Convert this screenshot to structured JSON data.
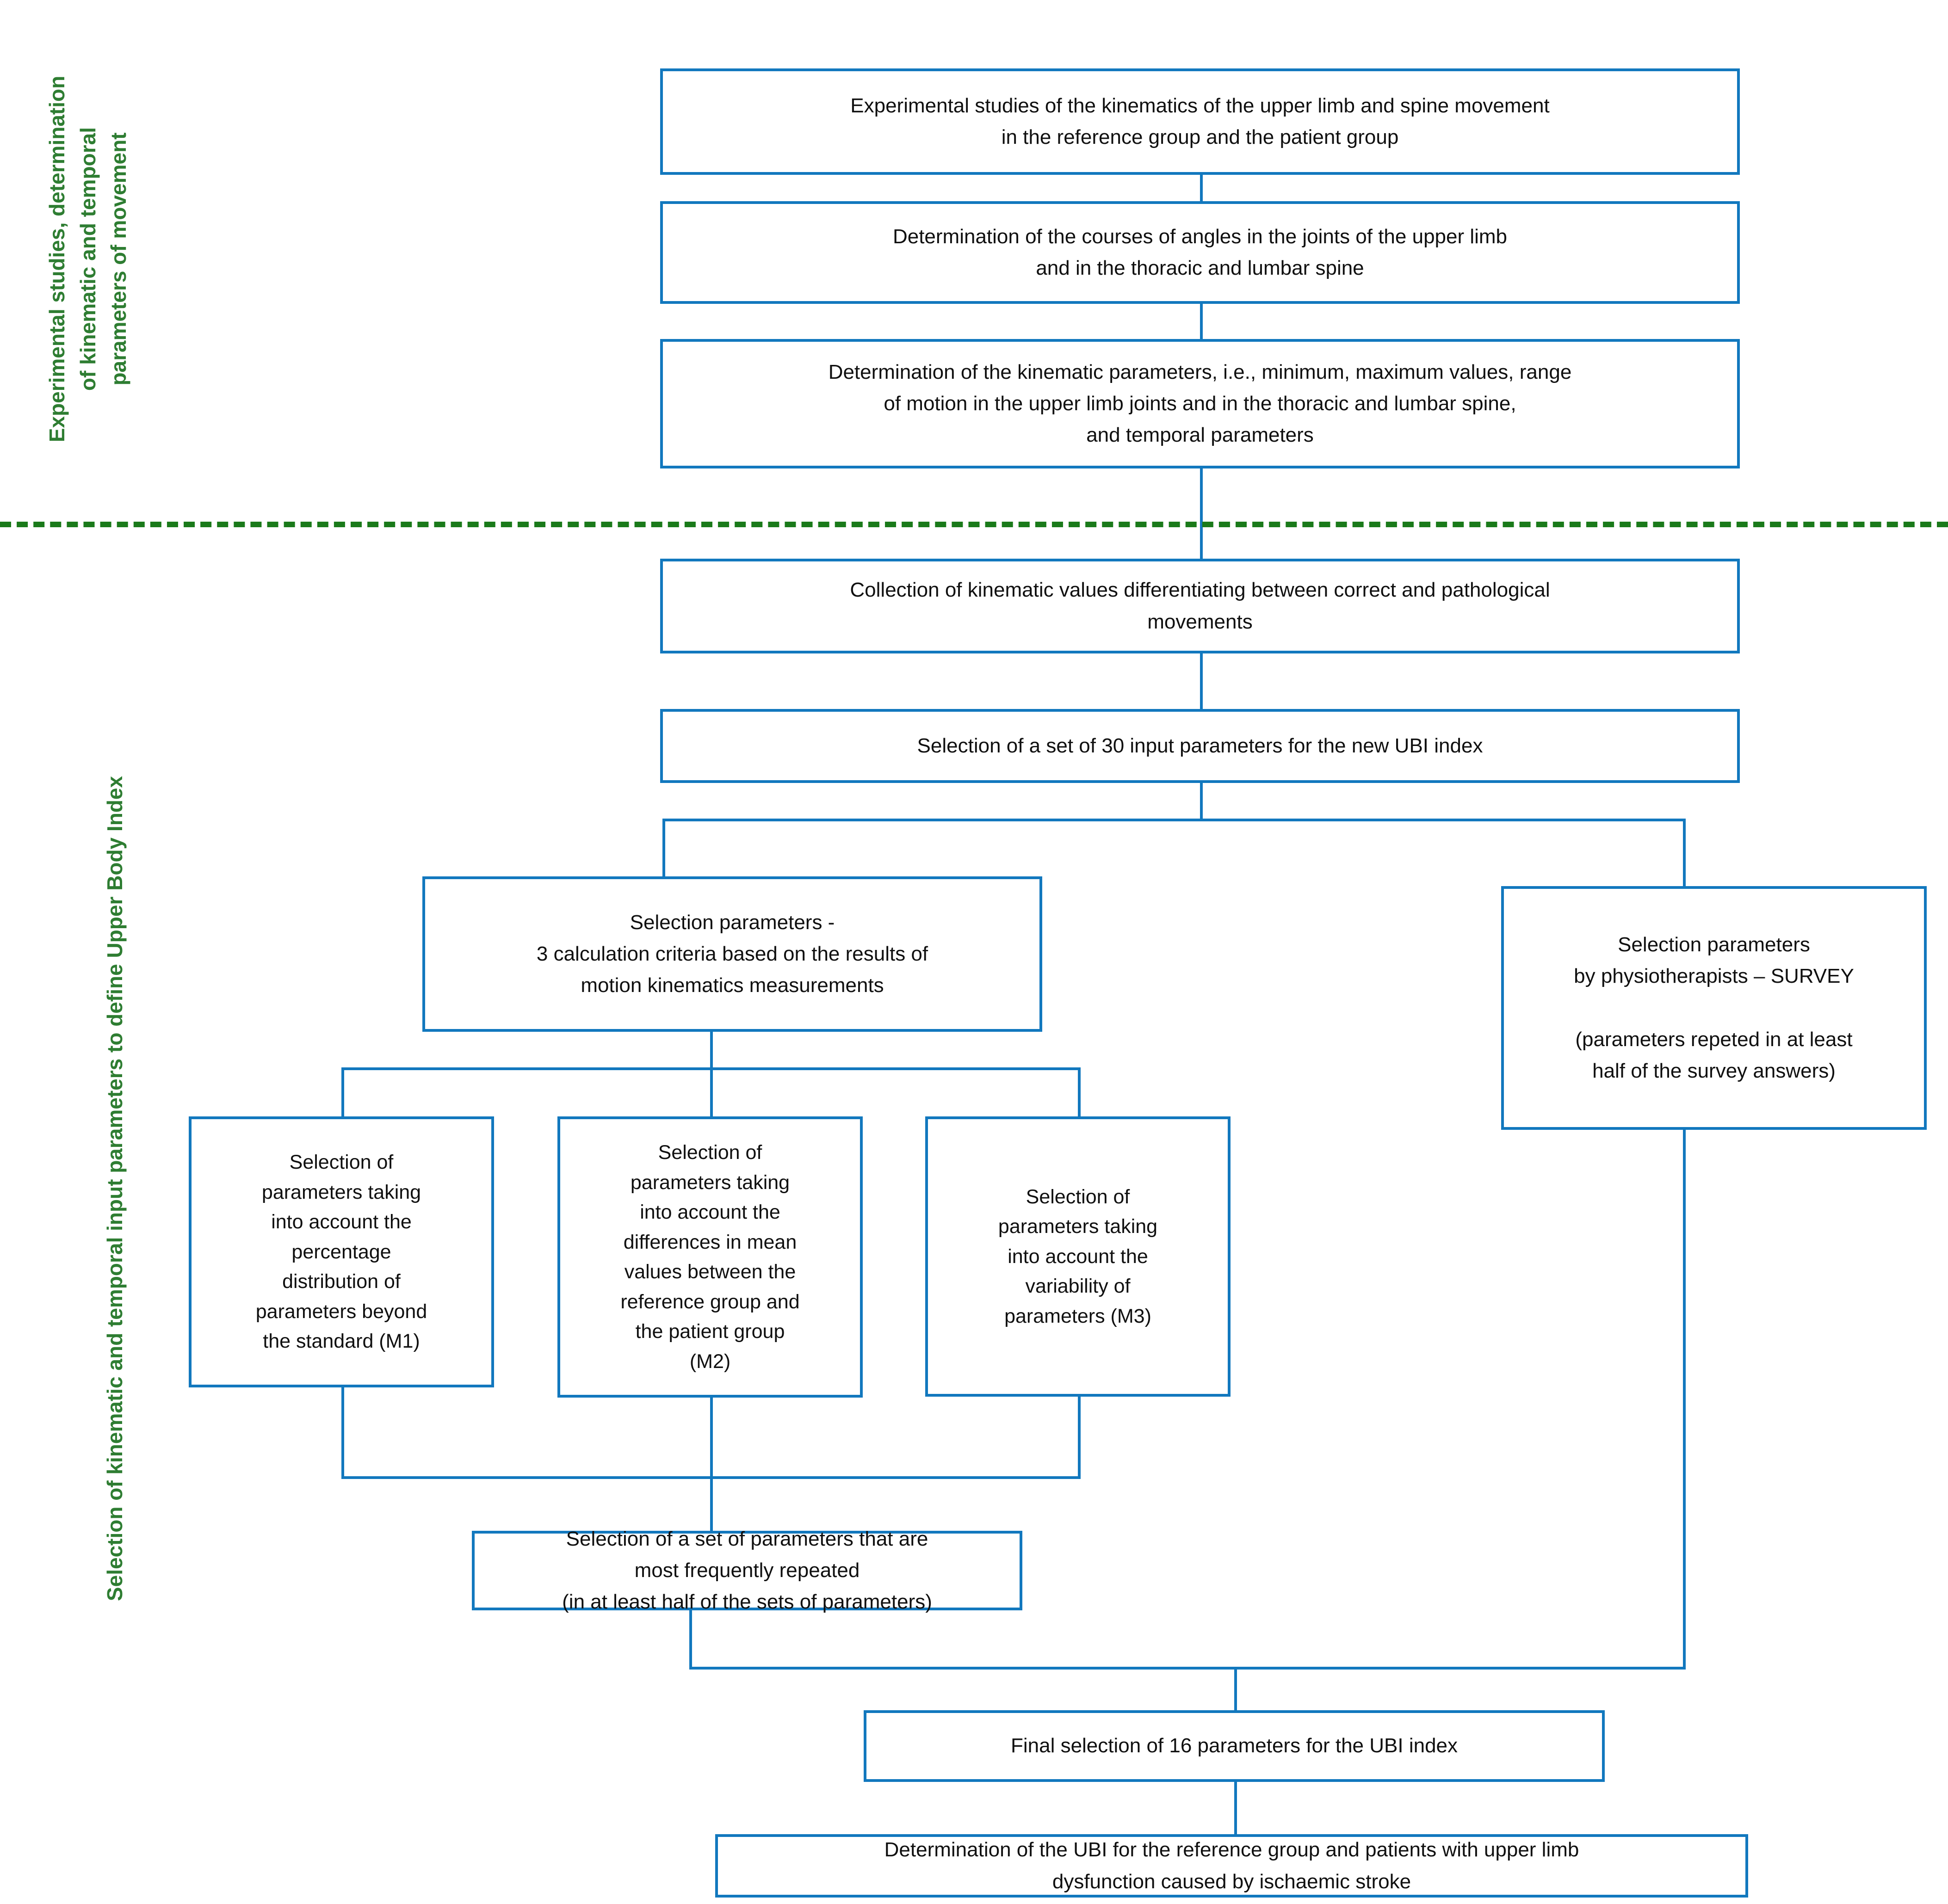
{
  "diagram": {
    "title_hidden": "",
    "colors": {
      "box_border": "#1278be",
      "connector": "#1278be",
      "divider": "#1a7a1a",
      "side_label": "#2e7d32",
      "text": "#101010",
      "background": "#ffffff"
    },
    "phases": [
      {
        "id": "phase-upper",
        "label": "Experimental studies, determination\nof kinematic and temporal\nparameters of movement"
      },
      {
        "id": "phase-lower",
        "label": "Selection of kinematic and temporal input parameters to define Upper Body Index"
      }
    ],
    "divider": {
      "style": "dashed",
      "color": "#1a7a1a"
    },
    "nodes": [
      {
        "id": "n1",
        "text": "Experimental studies of the kinematics of the upper limb and spine movement\nin the reference group and the patient group"
      },
      {
        "id": "n2",
        "text": "Determination of the courses of angles in the joints of the upper limb\nand in the thoracic and lumbar spine"
      },
      {
        "id": "n3",
        "text": "Determination of the kinematic parameters, i.e., minimum, maximum values, range\nof motion in the upper limb joints and in the thoracic and lumbar spine,\nand temporal parameters"
      },
      {
        "id": "n4",
        "text": "Collection of kinematic values differentiating between correct and pathological\nmovements"
      },
      {
        "id": "n5",
        "text": "Selection of a set of 30 input parameters for the new UBI index"
      },
      {
        "id": "n6",
        "text": "Selection parameters  -\n3 calculation criteria based on the results of\nmotion kinematics measurements"
      },
      {
        "id": "n7",
        "text": "Selection parameters\nby physiotherapists – SURVEY\n\n(parameters repeted in at least\nhalf of the survey answers)"
      },
      {
        "id": "m1",
        "text": "Selection of\nparameters taking\ninto account the\npercentage\ndistribution of\nparameters beyond\nthe standard (M1)"
      },
      {
        "id": "m2",
        "text": "Selection of\nparameters taking\ninto account the\ndifferences in mean\nvalues between the\nreference group and\nthe patient group\n(M2)"
      },
      {
        "id": "m3",
        "text": "Selection of\nparameters taking\ninto account the\nvariability of\nparameters (M3)"
      },
      {
        "id": "n8",
        "text": "Selection of a set of parameters that are\nmost frequently repeated\n(in at least half of the sets of parameters)"
      },
      {
        "id": "n9",
        "text": "Final selection of 16 parameters for the UBI index"
      },
      {
        "id": "n10",
        "text": "Determination of the UBI for the reference group and patients with upper limb\ndysfunction caused by ischaemic stroke"
      }
    ]
  }
}
